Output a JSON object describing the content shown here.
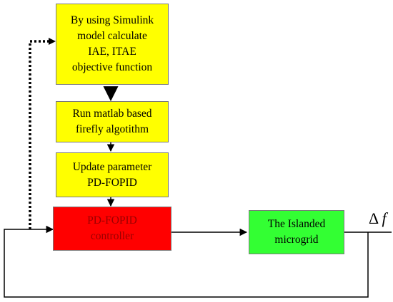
{
  "diagram": {
    "blocks": [
      {
        "id": "objective",
        "text": "By using Simulink\nmodel calculate\nIAE, ITAE\nobjective function",
        "color": "#ffff00"
      },
      {
        "id": "firefly",
        "text": "Run matlab based\nfirefly algotithm",
        "color": "#ffff00"
      },
      {
        "id": "update",
        "text": "Update parameter\nPD-FOPID",
        "color": "#ffff00"
      },
      {
        "id": "controller",
        "text": "PD-FOPID\ncontroller",
        "color": "#ff0000"
      },
      {
        "id": "plant",
        "text": "The Islanded\nmicrogrid",
        "color": "#33ff33"
      }
    ],
    "output_label": "Δf"
  }
}
